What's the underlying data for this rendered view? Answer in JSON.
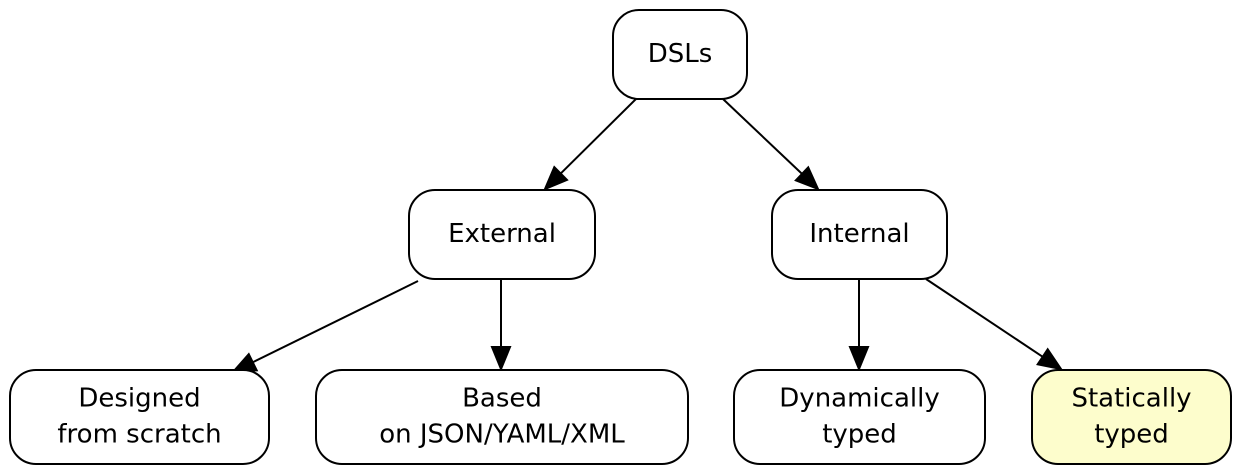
{
  "diagram": {
    "type": "tree",
    "highlight_color": "#fdfdcc",
    "nodes": [
      {
        "id": "dsls",
        "lines": [
          "DSLs"
        ],
        "highlight": false
      },
      {
        "id": "external",
        "lines": [
          "External"
        ],
        "highlight": false
      },
      {
        "id": "internal",
        "lines": [
          "Internal"
        ],
        "highlight": false
      },
      {
        "id": "designed",
        "lines": [
          "Designed",
          "from scratch"
        ],
        "highlight": false
      },
      {
        "id": "based",
        "lines": [
          "Based",
          "on JSON/YAML/XML"
        ],
        "highlight": false
      },
      {
        "id": "dynamic",
        "lines": [
          "Dynamically",
          "typed"
        ],
        "highlight": false
      },
      {
        "id": "static",
        "lines": [
          "Statically",
          "typed"
        ],
        "highlight": true
      }
    ],
    "edges": [
      {
        "from": "dsls",
        "to": "external"
      },
      {
        "from": "dsls",
        "to": "internal"
      },
      {
        "from": "external",
        "to": "designed"
      },
      {
        "from": "external",
        "to": "based"
      },
      {
        "from": "internal",
        "to": "dynamic"
      },
      {
        "from": "internal",
        "to": "static"
      }
    ]
  }
}
